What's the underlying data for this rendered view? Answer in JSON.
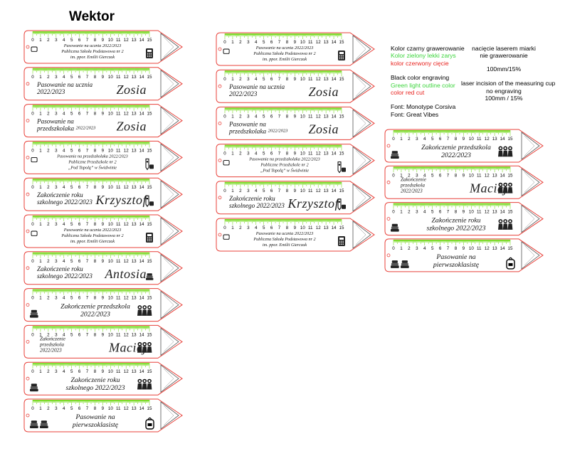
{
  "heading": "Wektor",
  "colors": {
    "black": "#000000",
    "green": "#7ddc2a",
    "red": "#e8413a",
    "outline": "#e8413a"
  },
  "legend": {
    "pl_black": "Kolor czarny grawerowanie",
    "pl_green": "Kolor zielony lekki zarys",
    "pl_red": "kolor czerwony cięcie",
    "en_black": "Black color engraving",
    "en_green": "Green light outline color",
    "en_red": "color red cut",
    "font1": "Font: Monotype Corsiva",
    "font2": "Font: Great Vibes",
    "right_pl_1": "nacięcie laserem miarki",
    "right_pl_2": "nie grawerowanie",
    "right_pl_3": "100mm/15%",
    "right_en_1": "laser incision of the measuring cup",
    "right_en_2": "no engraving",
    "right_en_3": "100mm / 15%"
  },
  "scale_numbers": [
    "0",
    "1",
    "2",
    "3",
    "4",
    "5",
    "6",
    "7",
    "8",
    "9",
    "10",
    "11",
    "12",
    "13",
    "14",
    "15"
  ],
  "rulers": [
    {
      "col": 0,
      "row": 0,
      "lines": [
        "Pasowanie na ucznia 2022/2023",
        "Publiczna Szkoła Podstawowa nr 2",
        "im. ppor. Emilii Gierczak"
      ],
      "style": "small",
      "icons": [
        "tag"
      ],
      "right_icon": "calculator"
    },
    {
      "col": 0,
      "row": 1,
      "lines": [
        "Pasowanie na ucznia",
        "2022/2023"
      ],
      "name": "Zosia",
      "style": "name",
      "icons": []
    },
    {
      "col": 0,
      "row": 2,
      "lines": [
        "Pasowanie na",
        "przedszkolaka"
      ],
      "year": "2022/2023",
      "name": "Zosia",
      "style": "name",
      "icons": []
    },
    {
      "col": 0,
      "row": 3,
      "lines": [
        "Pasowanie na przedszkolaka 2022/2023",
        "Publiczne Przedszkole nr 2",
        "„Pod Topolą” w Świdwinie"
      ],
      "style": "small",
      "icons": [
        "tag"
      ],
      "right_icon": "pencil"
    },
    {
      "col": 0,
      "row": 4,
      "lines": [
        "Zakończenie roku",
        "szkolnego 2022/2023"
      ],
      "name": "Krzysztof",
      "style": "name",
      "icons": [],
      "right_icon": "pencil"
    },
    {
      "col": 0,
      "row": 5,
      "lines": [
        "Pasowanie na ucznia 2022/2023",
        "Publiczna Szkoła Podstawowa nr 2",
        "im. ppor. Emilii Gierczak"
      ],
      "style": "small",
      "icons": [
        "tag"
      ],
      "right_icon": "calculator"
    },
    {
      "col": 0,
      "row": 6,
      "lines": [
        "Zakończenie roku",
        "szkolnego 2022/2023"
      ],
      "name": "Antosia",
      "style": "name",
      "icons": [],
      "right_icon": "books"
    },
    {
      "col": 0,
      "row": 7,
      "lines": [
        "Zakończenie przedszkola",
        "2022/2023"
      ],
      "style": "center",
      "icons": [
        "books"
      ],
      "right_icon": "kids"
    },
    {
      "col": 0,
      "row": 8,
      "lines": [
        "Zakończenie",
        "przedszkola",
        "2022/2023"
      ],
      "name": "Maciej",
      "style": "name",
      "icons": [],
      "right_icon": "kids"
    },
    {
      "col": 0,
      "row": 9,
      "lines": [
        "Zakończenie roku",
        "szkolnego 2022/2023"
      ],
      "style": "center",
      "icons": [
        "books"
      ],
      "right_icon": "kids"
    },
    {
      "col": 0,
      "row": 10,
      "lines": [
        "Pasowanie na",
        "pierwszoklasistę"
      ],
      "style": "center",
      "icons": [
        "books",
        "books"
      ],
      "right_icon": "bag"
    },
    {
      "col": 1,
      "row": 0,
      "lines": [
        "Pasowanie na ucznia 2022/2023",
        "Publiczna Szkoła Podstawowa nr 2",
        "im. ppor. Emilii Gierczak"
      ],
      "style": "small",
      "icons": [
        "tag"
      ],
      "right_icon": "calculator"
    },
    {
      "col": 1,
      "row": 1,
      "lines": [
        "Pasowanie na ucznia",
        "2022/2023"
      ],
      "name": "Zosia",
      "style": "name",
      "icons": []
    },
    {
      "col": 1,
      "row": 2,
      "lines": [
        "Pasowanie na",
        "przedszkolaka"
      ],
      "year": "2022/2023",
      "name": "Zosia",
      "style": "name",
      "icons": []
    },
    {
      "col": 1,
      "row": 3,
      "lines": [
        "Pasowanie na przedszkolaka 2022/2023",
        "Publiczne Przedszkole nr 2",
        "„Pod Topolą” w Świdwinie"
      ],
      "style": "small",
      "icons": [
        "tag"
      ],
      "right_icon": "pencil"
    },
    {
      "col": 1,
      "row": 4,
      "lines": [
        "Zakończenie roku",
        "szkolnego 2022/2023"
      ],
      "name": "Krzysztof",
      "style": "name",
      "icons": [],
      "right_icon": "pencil"
    },
    {
      "col": 1,
      "row": 5,
      "lines": [
        "Pasowanie na ucznia 2022/2023",
        "Publiczna Szkoła Podstawowa nr 2",
        "im. ppor. Emilii Gierczak"
      ],
      "style": "small",
      "icons": [
        "tag"
      ],
      "right_icon": "calculator"
    },
    {
      "col": 2,
      "row": 0,
      "lines": [
        "Zakończenie przedszkola",
        "2022/2023"
      ],
      "style": "center",
      "icons": [
        "books"
      ],
      "right_icon": "kids"
    },
    {
      "col": 2,
      "row": 1,
      "lines": [
        "Zakończenie",
        "przedszkola",
        "2022/2023"
      ],
      "name": "Maciej",
      "style": "name",
      "icons": [],
      "right_icon": "kids"
    },
    {
      "col": 2,
      "row": 2,
      "lines": [
        "Zakończenie roku",
        "szkolnego 2022/2023"
      ],
      "style": "center",
      "icons": [
        "books"
      ],
      "right_icon": "kids"
    },
    {
      "col": 2,
      "row": 3,
      "lines": [
        "Pasowanie na",
        "pierwszoklasistę"
      ],
      "style": "center",
      "icons": [
        "books",
        "books"
      ],
      "right_icon": "bag"
    }
  ]
}
